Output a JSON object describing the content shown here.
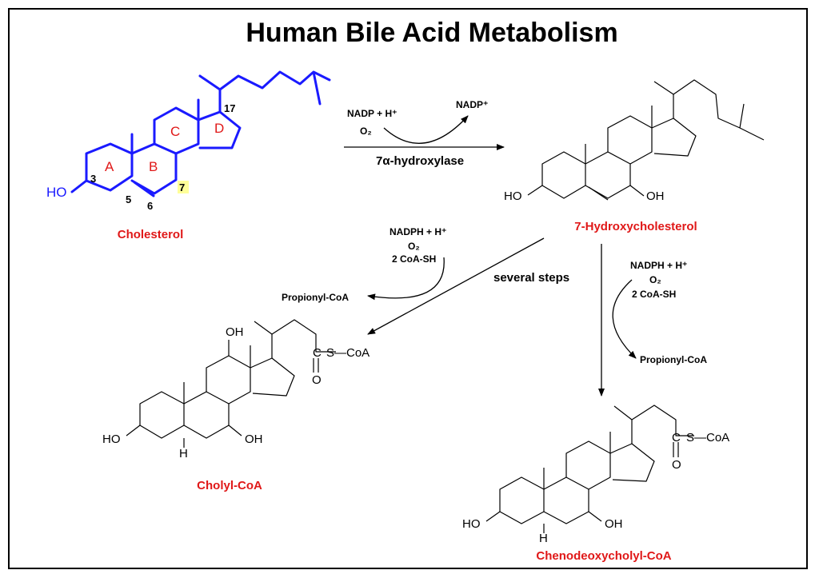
{
  "title": "Human Bile Acid Metabolism",
  "compounds": {
    "cholesterol": "Cholesterol",
    "hydroxycholesterol": "7-Hydroxycholesterol",
    "cholyl_coa": "Cholyl-CoA",
    "chenodeoxycholyl_coa": "Chenodeoxycholyl-CoA"
  },
  "rings": {
    "a": "A",
    "b": "B",
    "c": "C",
    "d": "D"
  },
  "atom_numbers": {
    "c3": "3",
    "c5": "5",
    "c6": "6",
    "c7": "7",
    "c17": "17"
  },
  "atoms": {
    "ho": "HO",
    "oh": "OH",
    "h": "H",
    "c": "C",
    "s_coa": "S—CoA",
    "o": "O"
  },
  "reaction1": {
    "cofactor_in": "NADP + H⁺",
    "o2": "O₂",
    "cofactor_out": "NADP⁺",
    "enzyme": "7α-hydroxylase"
  },
  "reaction2": {
    "cofactor": "NADPH + H⁺",
    "o2": "O₂",
    "coa": "2 CoA-SH",
    "product": "Propionyl-CoA",
    "note": "several steps"
  },
  "reaction3": {
    "cofactor": "NADPH + H⁺",
    "o2": "O₂",
    "coa": "2 CoA-SH",
    "product": "Propionyl-CoA"
  },
  "colors": {
    "highlight": "#1a1aff",
    "label": "#e01818",
    "c7_highlight": "#ffff99"
  }
}
